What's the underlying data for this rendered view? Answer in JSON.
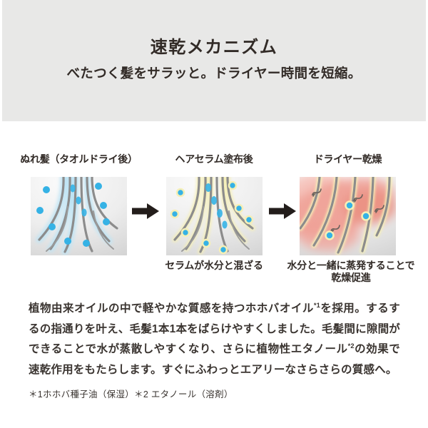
{
  "banner": {
    "title": "速乾メカニズム",
    "subtitle": "べたつく髪をサラッと。ドライヤー時間を短縮。"
  },
  "diagram": {
    "steps": [
      {
        "label": "ぬれ髪（タオルドライ後）"
      },
      {
        "label": "ヘアセラム塗布後",
        "caption1": "セラムが水分と混ざる"
      },
      {
        "label": "ドライヤー乾燥",
        "caption1": "水分と一緒に蒸発することで",
        "caption2": "乾燥促進"
      }
    ],
    "arrow_icon": "right-arrow"
  },
  "body": {
    "seg1": "植物由来オイルの中で軽やかな質感を持つホホバオイル",
    "sup1": "*1",
    "seg2": "を採用。するするの指通りを叶え、毛髪1本1本をばらけやすくしました。毛髪間に隙間ができることで水が蒸散しやすくなり、さらに植物性エタノール",
    "sup2": "*2",
    "seg3": "の効果で速乾作用をもたらします。すぐにふわっとエアリーなさらさらの質感へ。"
  },
  "footnote": "＊1ホホバ種子油（保湿）＊2 エタノール（溶剤）",
  "colors": {
    "banner_bg": "#e8e8e7",
    "text_dark": "#322b27",
    "water_blue": "#35b2e5",
    "glow_blue": "#bfe4f4",
    "halo_yellow": "#f5efb7",
    "heat_pink": "#f0a096",
    "strand_gray": "#8c8c8c",
    "arrow_black": "#231d1b"
  }
}
